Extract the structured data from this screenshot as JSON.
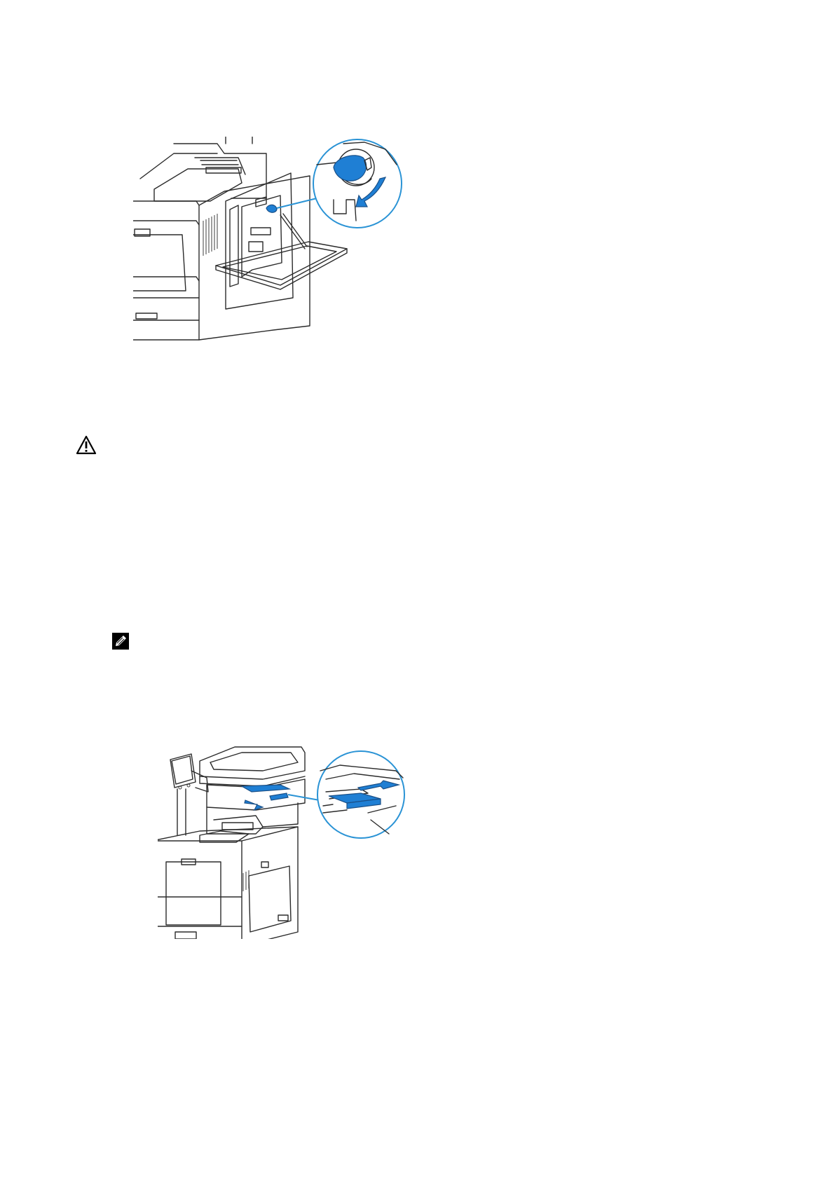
{
  "page": {
    "figures": [
      {
        "name": "turn-lever-figure",
        "description_icon": "blue-lever-rotate-illustration"
      },
      {
        "name": "install-transfer-roller-cover-figure",
        "description_icon": "blue-paper-tray-insert-illustration"
      }
    ],
    "icons": {
      "warning": "warning-triangle-icon",
      "note": "note-pencil-icon"
    },
    "colors": {
      "accent": "#1f7fd4",
      "callout_ring": "#2a93d5",
      "line_art": "#2b2b2b"
    }
  }
}
